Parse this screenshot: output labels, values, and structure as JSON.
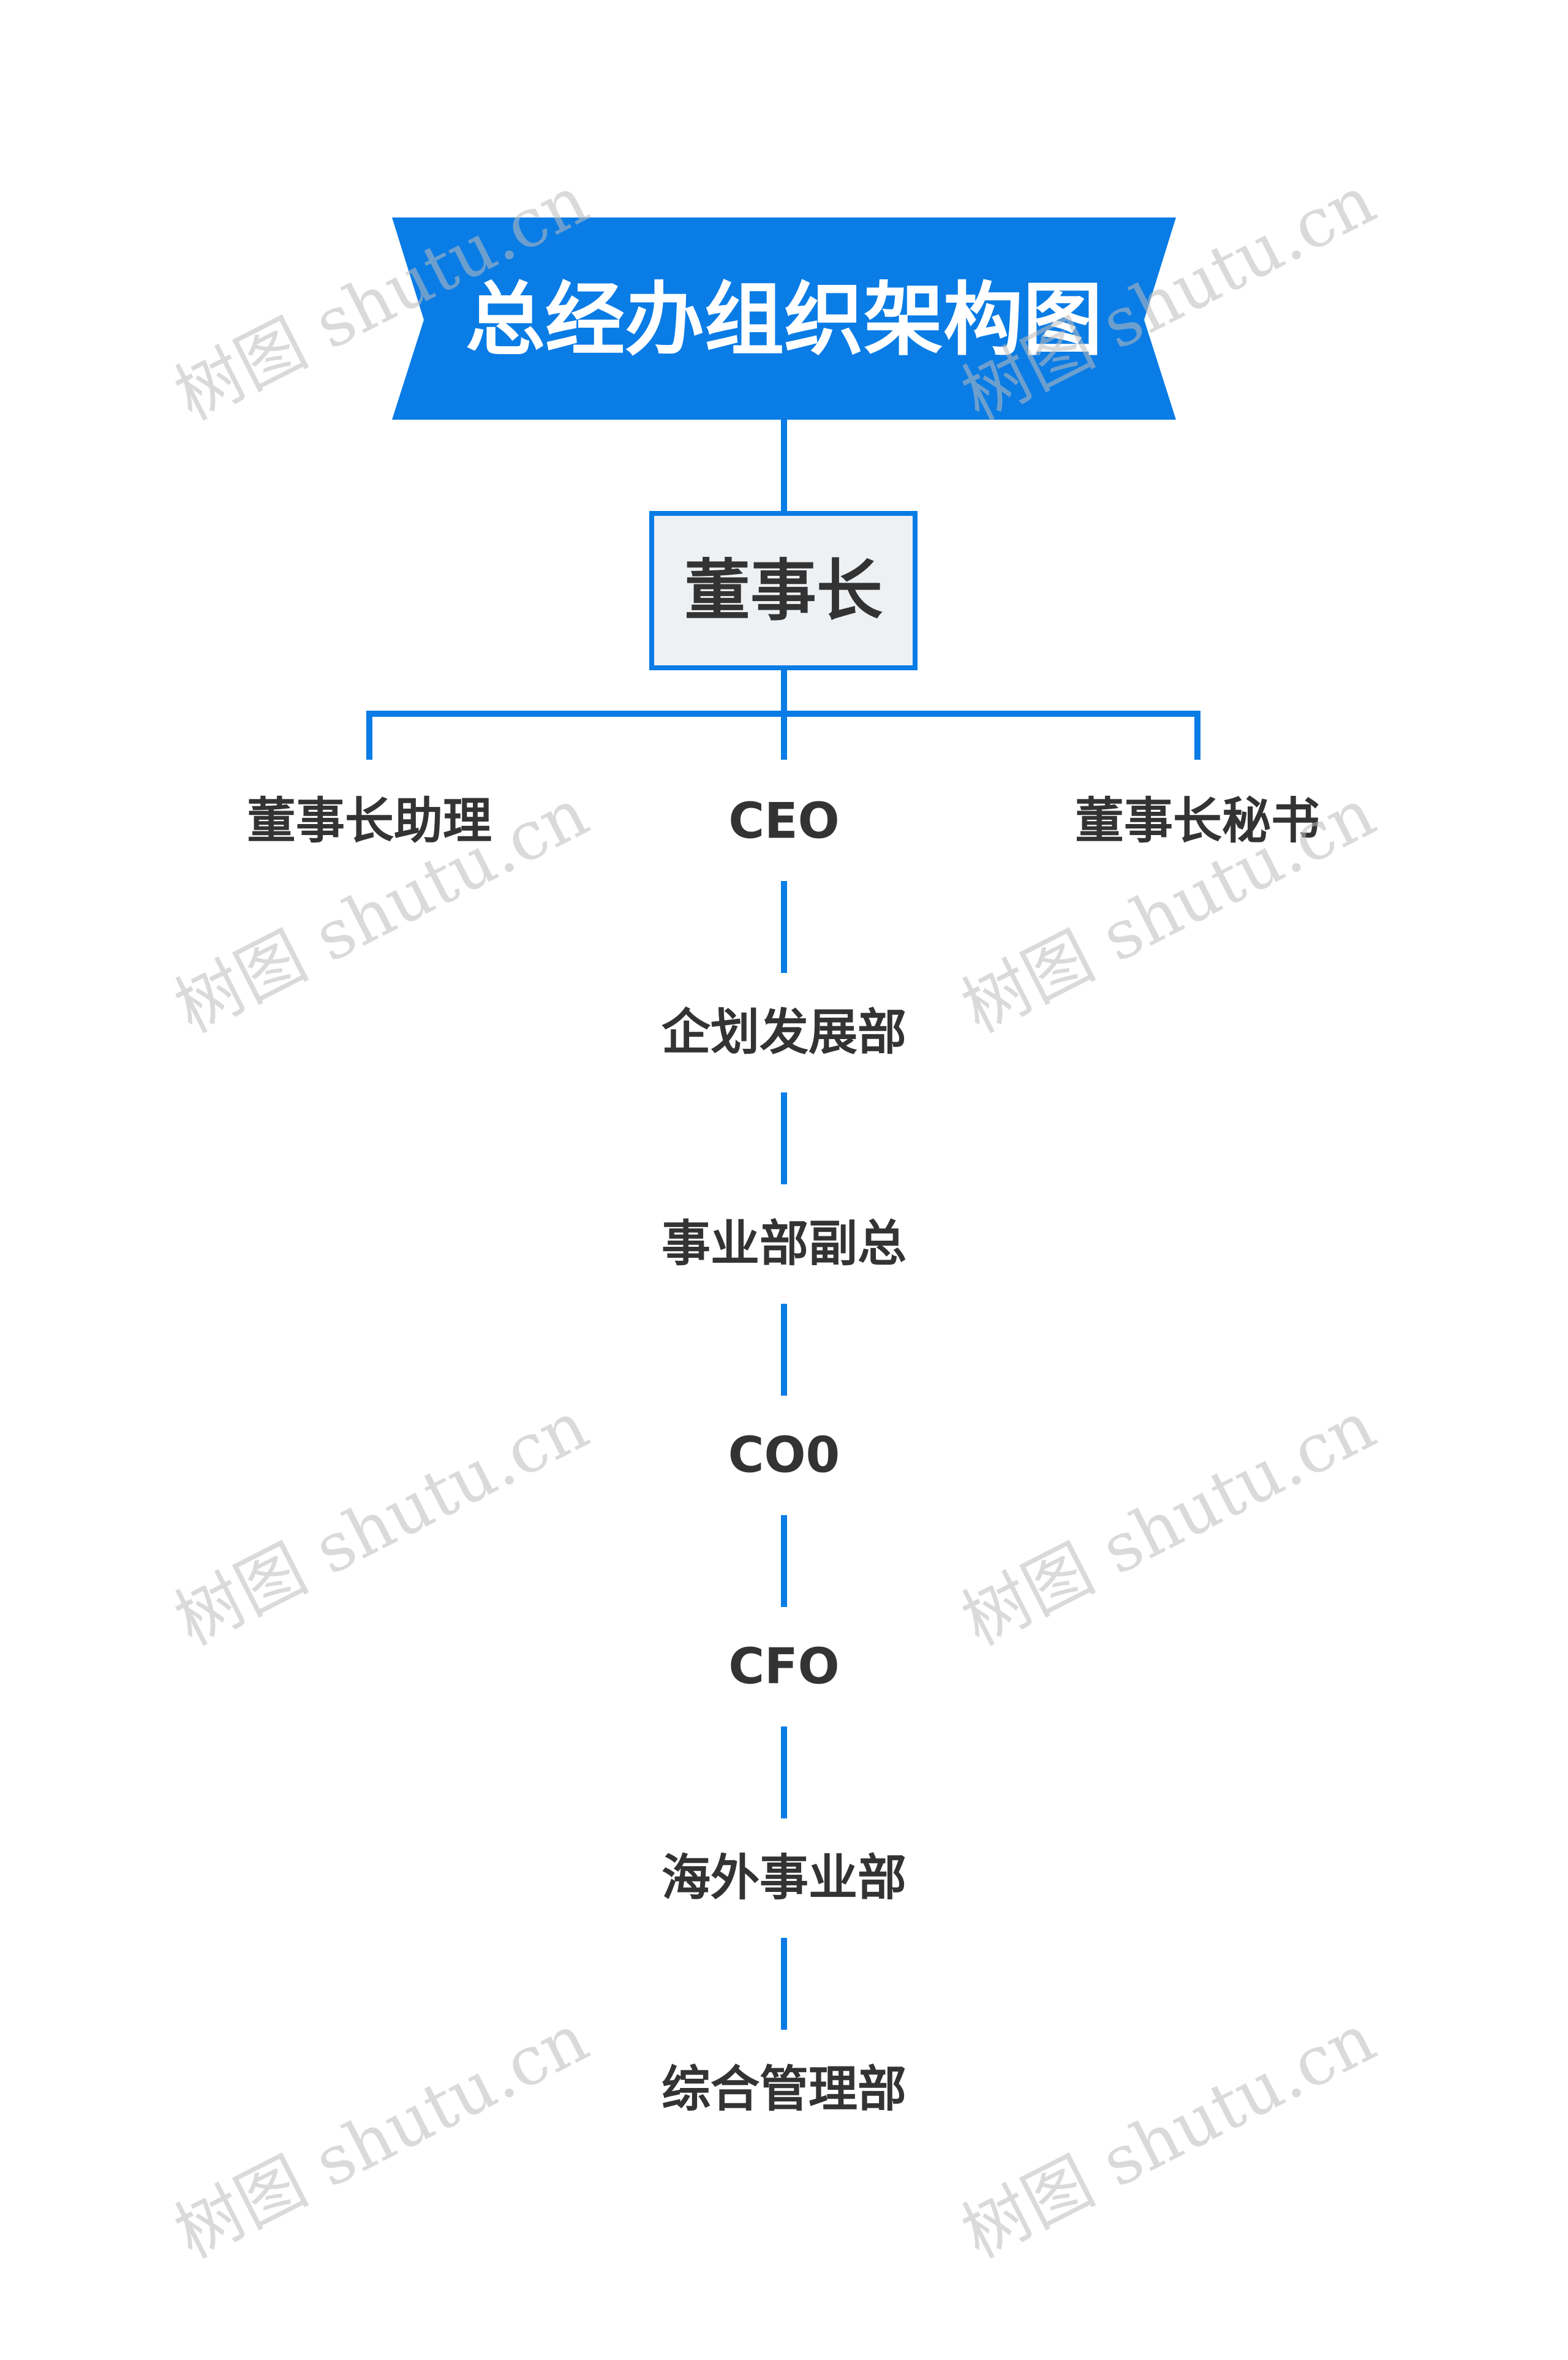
{
  "title": "总经办组织架构图",
  "root": "董事长",
  "branches": [
    "董事长助理",
    "CEO",
    "董事长秘书"
  ],
  "chain": [
    "企划发展部",
    "事业部副总",
    "CO0",
    "CFO",
    "海外事业部",
    "综合管理部"
  ],
  "watermark": "树图 shutu.cn",
  "colors": {
    "accent": "#0a7ce5",
    "root_fill": "#eef1f4",
    "text": "#333333"
  }
}
